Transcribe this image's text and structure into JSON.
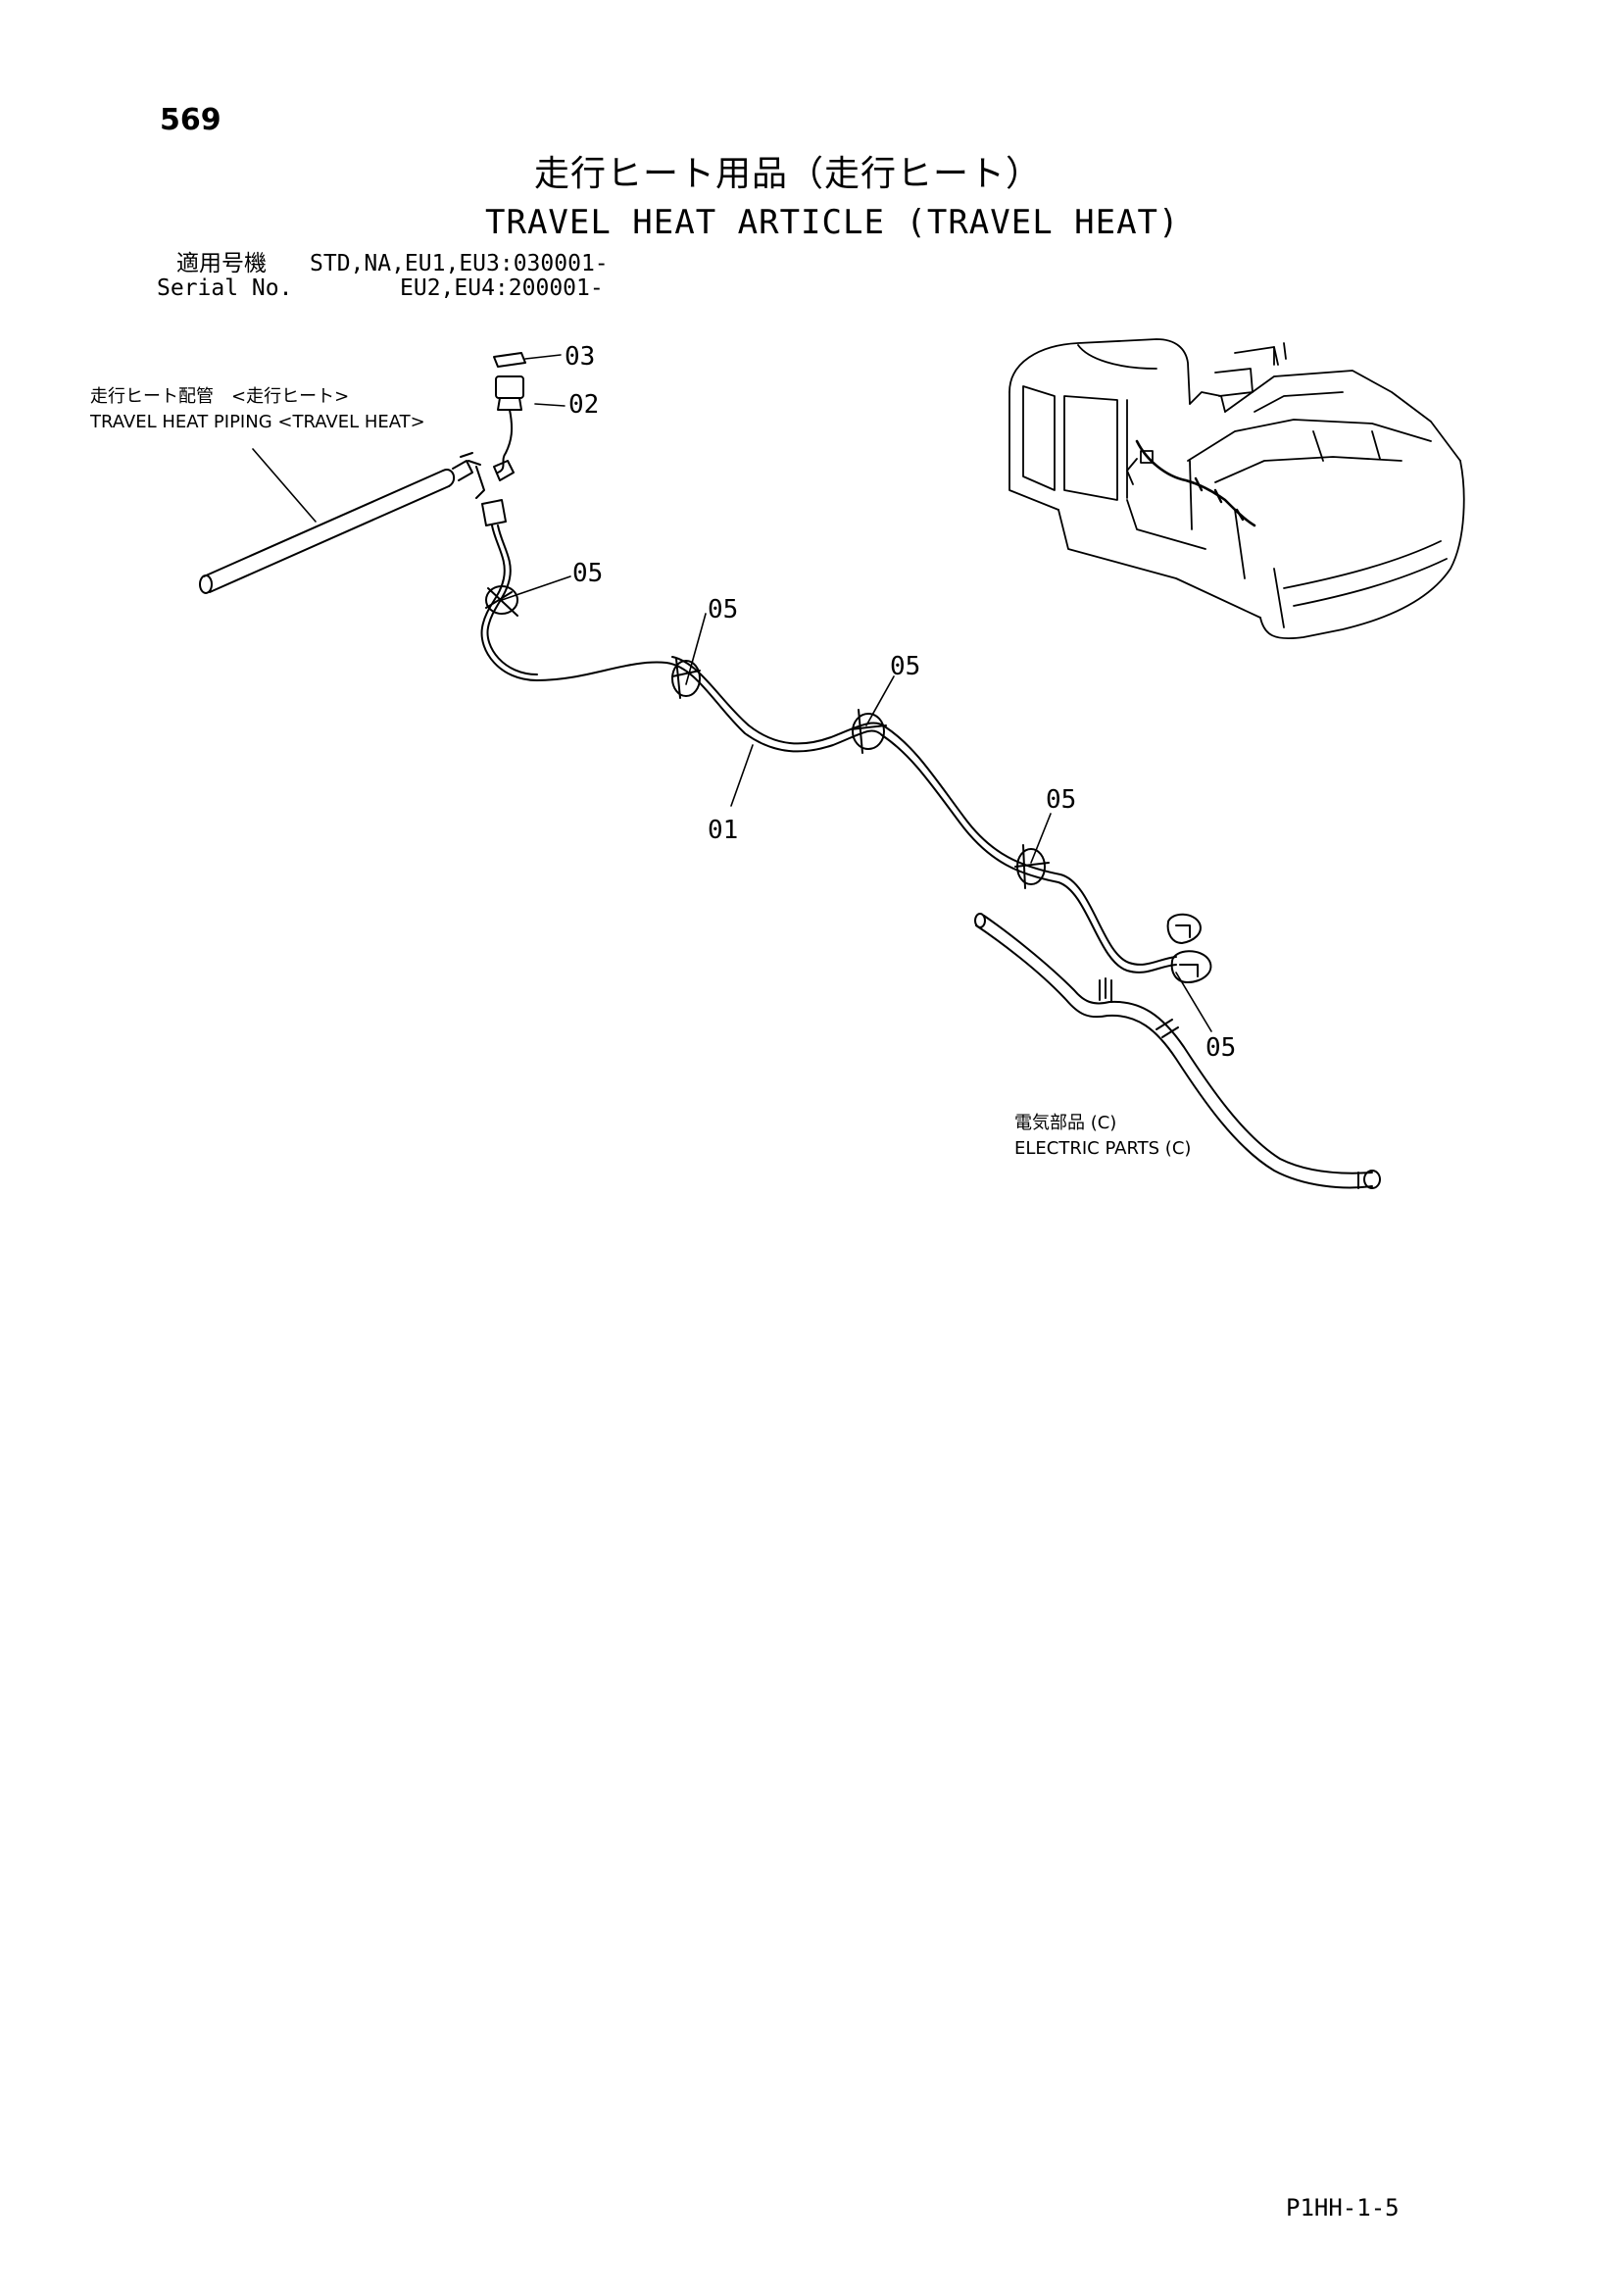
{
  "page": {
    "number": "569",
    "code": "P1HH-1-5"
  },
  "title": {
    "jp": "走行ヒート用品（走行ヒート）",
    "en": "TRAVEL HEAT ARTICLE (TRAVEL HEAT)"
  },
  "serial": {
    "label_jp": "適用号機",
    "label_en": "Serial No.",
    "line1": "STD,NA,EU1,EU3:030001-",
    "line2": "EU2,EU4:200001-"
  },
  "references": {
    "piping_jp": "走行ヒート配管　<走行ヒート>",
    "piping_en": "TRAVEL HEAT PIPING <TRAVEL HEAT>",
    "electric_jp": "電気部品 (C)",
    "electric_en": "ELECTRIC PARTS (C)"
  },
  "callouts": [
    "03",
    "02",
    "05",
    "05",
    "05",
    "01",
    "05",
    "05"
  ]
}
